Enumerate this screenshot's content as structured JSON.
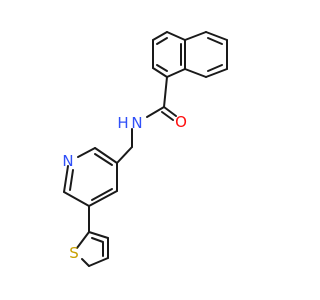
{
  "molecule": {
    "atoms": {
      "N_amide": {
        "symbol": "N",
        "hydrogen": "H",
        "color": "#3050F8"
      },
      "O": {
        "symbol": "O",
        "color": "#FF0D0D"
      },
      "N_pyridine": {
        "symbol": "N",
        "color": "#3050F8"
      },
      "S": {
        "symbol": "S",
        "color": "#C8A000"
      }
    },
    "bond_color": "#1a1a1a",
    "background": "#ffffff"
  }
}
